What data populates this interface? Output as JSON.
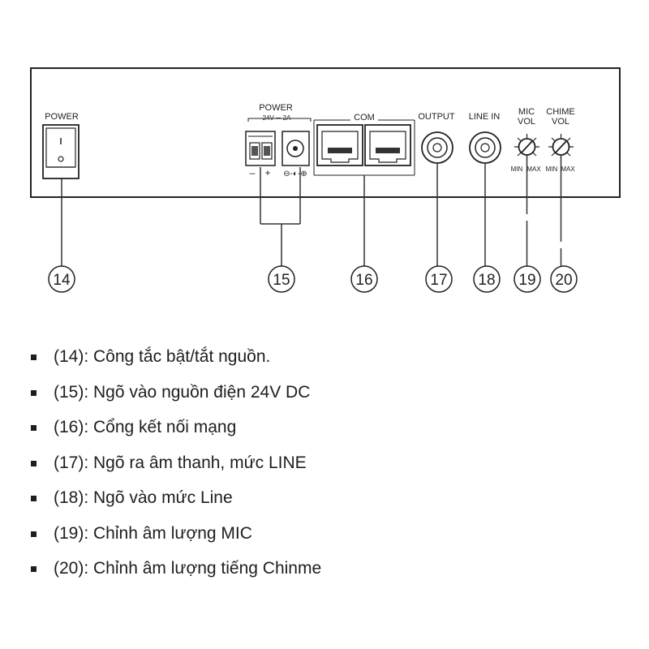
{
  "device_labels": {
    "power_switch": "POWER",
    "power_input": "POWER",
    "power_rating": "24V ⎓ 2A",
    "polarity_minus": "–",
    "polarity_plus": "+",
    "dc_polarity": "⊖-◐-⊕",
    "com": "COM",
    "output": "OUTPUT",
    "line_in": "LINE IN",
    "mic_vol": [
      "MIC",
      "VOL"
    ],
    "chime_vol": [
      "CHIME",
      "VOL"
    ],
    "knob_min": "MIN",
    "knob_max": "MAX"
  },
  "callouts": [
    "14",
    "15",
    "16",
    "17",
    "18",
    "19",
    "20"
  ],
  "legend": [
    "(14): Công tắc bật/tắt nguồn.",
    "(15): Ngõ vào nguồn điện 24V DC",
    "(16): Cổng kết nối mạng",
    "(17): Ngõ ra âm thanh, mức LINE",
    "(18): Ngõ vào mức Line",
    "(19): Chỉnh âm lượng MIC",
    "(20): Chỉnh âm lượng tiếng Chinme"
  ]
}
